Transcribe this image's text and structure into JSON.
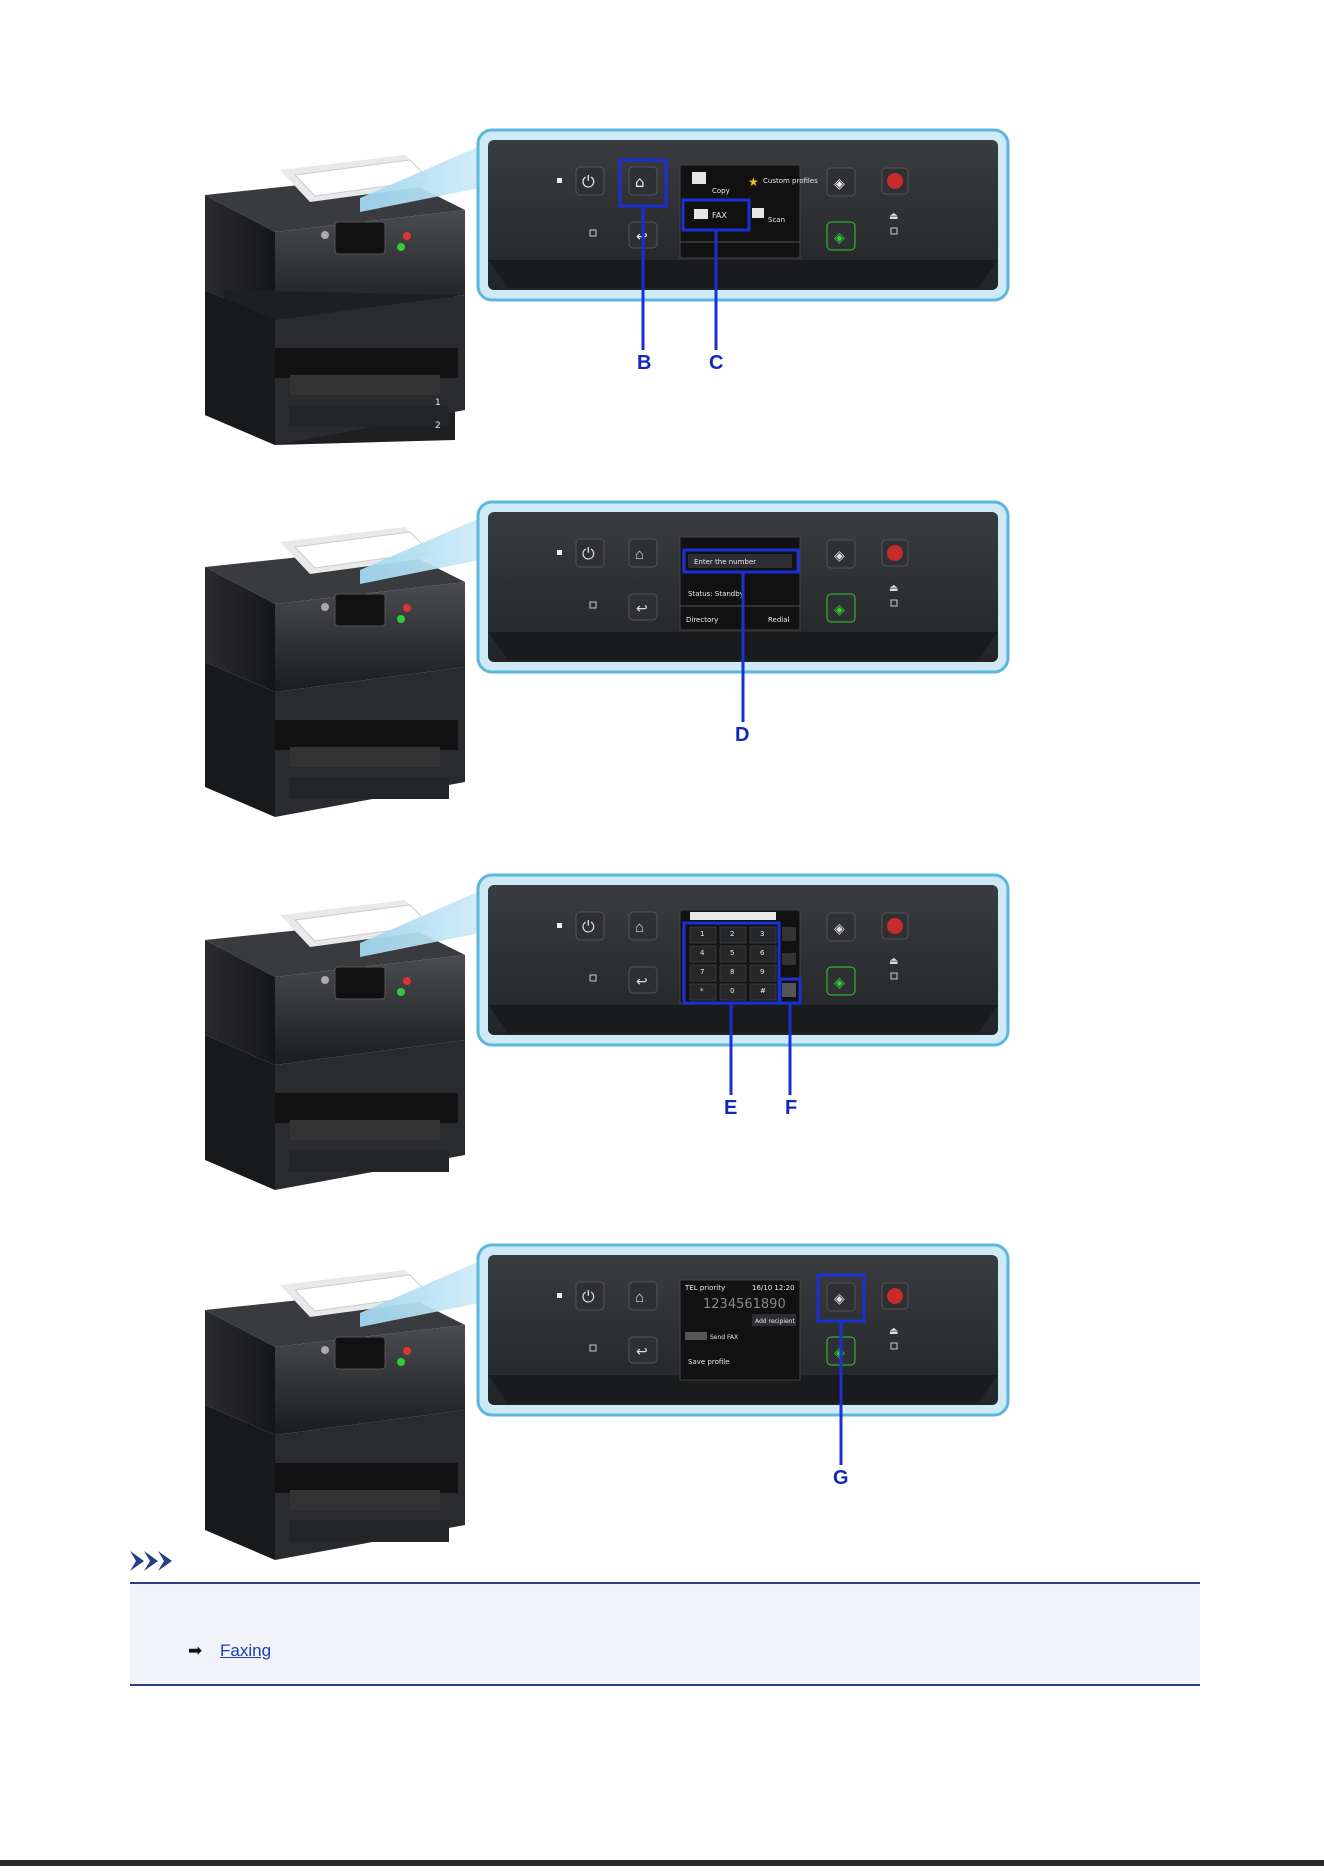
{
  "steps": [
    {
      "callouts": [
        "B",
        "C"
      ],
      "screen": {
        "item_copy": "Copy",
        "item_profiles": "Custom profiles",
        "item_fax": "FAX",
        "item_scan": "Scan"
      }
    },
    {
      "callouts": [
        "D"
      ],
      "screen": {
        "field": "Enter the number",
        "status": "Status: Standby",
        "left": "Directory",
        "right": "Redial"
      }
    },
    {
      "callouts": [
        "E",
        "F"
      ],
      "screen": {
        "keys": [
          "1",
          "2",
          "3",
          "4",
          "5",
          "6",
          "7",
          "8",
          "9",
          "*",
          "0",
          "#"
        ]
      }
    },
    {
      "callouts": [
        "G"
      ],
      "screen": {
        "line1": "TEL priority",
        "time": "16/10 12:20",
        "number": "1234561890",
        "add": "Add recipient",
        "send": "Send FAX",
        "save": "Save profile"
      }
    }
  ],
  "note": {
    "link_text": "Faxing"
  },
  "colors": {
    "highlight": "#1a2fd6",
    "panel_border": "#5bb7dc",
    "accent_text": "#1428b8"
  }
}
